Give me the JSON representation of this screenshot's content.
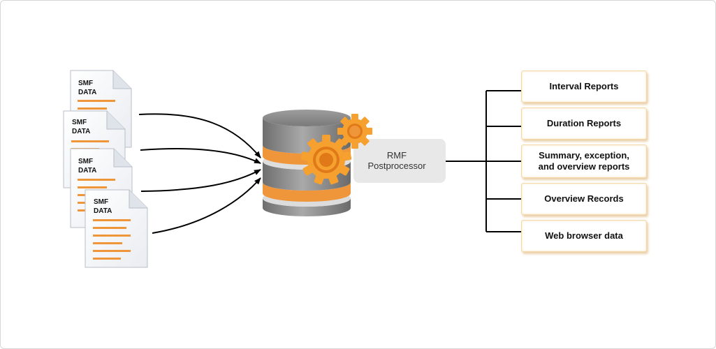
{
  "diagram": {
    "sources": [
      {
        "label_line1": "SMF",
        "label_line2": "DATA"
      },
      {
        "label_line1": "SMF",
        "label_line2": "DATA"
      },
      {
        "label_line1": "SMF",
        "label_line2": "DATA"
      },
      {
        "label_line1": "SMF",
        "label_line2": "DATA"
      }
    ],
    "processor": {
      "line1": "RMF",
      "line2": "Postprocessor"
    },
    "outputs": [
      {
        "line1": "Interval Reports",
        "line2": ""
      },
      {
        "line1": "Duration Reports",
        "line2": ""
      },
      {
        "line1": "Summary, exception,",
        "line2": "and overview reports"
      },
      {
        "line1": "Overview Records",
        "line2": ""
      },
      {
        "line1": "Web browser data",
        "line2": ""
      }
    ],
    "colors": {
      "accent": "#f0963a",
      "accent_dark": "#e07a18",
      "gear": "#f5a02f",
      "database": "#8c8c8c",
      "connector": "#000000",
      "label_bg": "#e8e8e8"
    }
  }
}
